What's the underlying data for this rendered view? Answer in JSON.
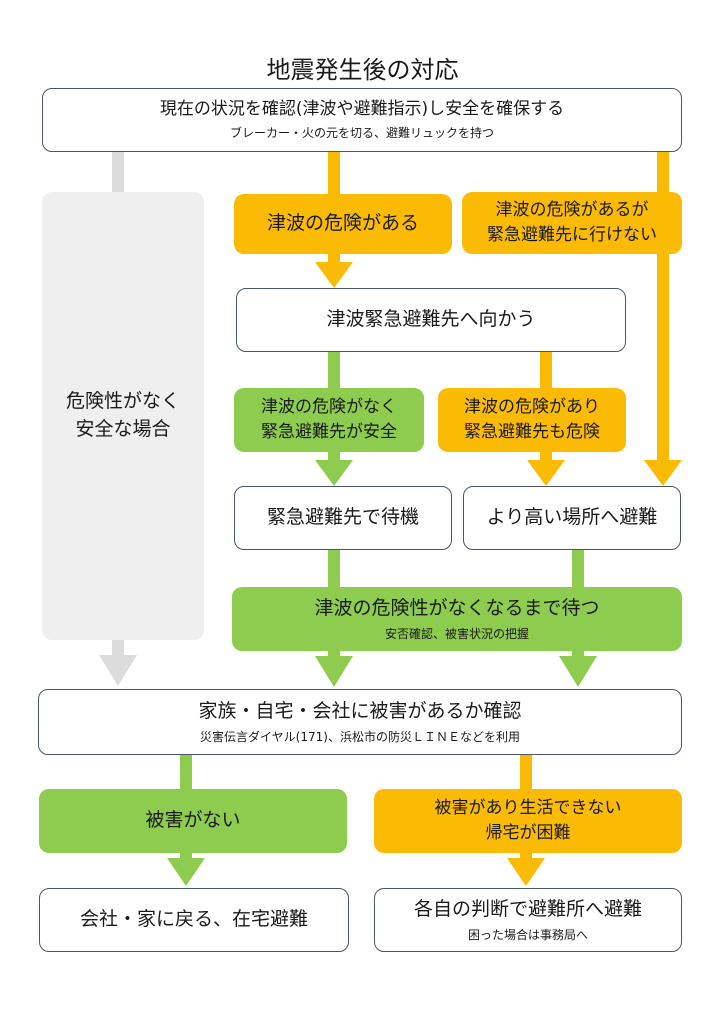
{
  "title": "地震発生後の対応",
  "nodes": {
    "top": {
      "label": "現在の状況を確認(津波や避難指示)し安全を確保する",
      "note": "ブレーカー・火の元を切る、避難リュックを持つ"
    },
    "no_danger": {
      "line1": "危険性がなく",
      "line2": "安全な場合"
    },
    "tsunami_danger": {
      "label": "津波の危険がある"
    },
    "cannot_reach": {
      "line1": "津波の危険があるが",
      "line2": "緊急避難先に行けない"
    },
    "go_emergency": {
      "label": "津波緊急避難先へ向かう"
    },
    "shelter_safe": {
      "line1": "津波の危険がなく",
      "line2": "緊急避難先が安全"
    },
    "shelter_danger": {
      "line1": "津波の危険があり",
      "line2": "緊急避難先も危険"
    },
    "wait_shelter": {
      "label": "緊急避難先で待機"
    },
    "higher_place": {
      "label": "より高い場所へ避難"
    },
    "wait_until": {
      "label": "津波の危険性がなくなるまで待つ",
      "note": "安否確認、被害状況の把握"
    },
    "check_damage": {
      "label": "家族・自宅・会社に被害があるか確認",
      "note": "災害伝言ダイヤル(171)、浜松市の防災ＬＩＮＥなどを利用"
    },
    "no_damage": {
      "label": "被害がない"
    },
    "damaged": {
      "line1": "被害があり生活できない",
      "line2": "帰宅が困難"
    },
    "return_home": {
      "label": "会社・家に戻る、在宅避難"
    },
    "go_shelter": {
      "label": "各自の判断で避難所へ避難",
      "note": "困った場合は事務局へ"
    }
  },
  "colors": {
    "orange": "#fbbb05",
    "green": "#8dcc4e",
    "gray": "#dcdcdc",
    "border": "#4a5568"
  }
}
